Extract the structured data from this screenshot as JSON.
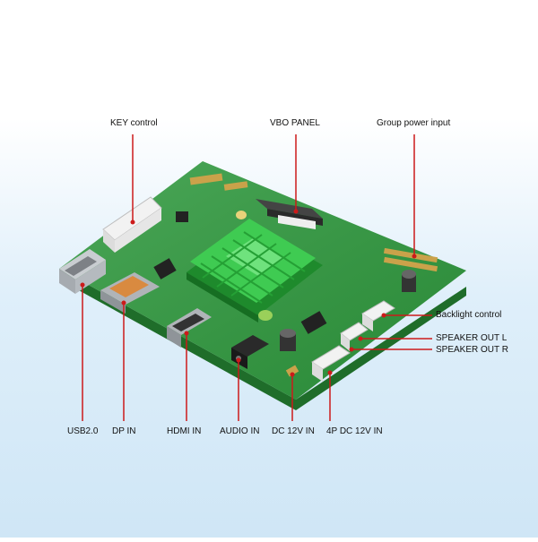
{
  "labels": {
    "key_control": "KEY control",
    "vbo_panel": "VBO PANEL",
    "group_power_input": "Group power input",
    "backlight_control": "Backlight control",
    "speaker_out_l": "SPEAKER OUT L",
    "speaker_out_r": "SPEAKER OUT R",
    "usb": "USB2.0",
    "dp_in": "DP IN",
    "hdmi_in": "HDMI IN",
    "audio_in": "AUDIO IN",
    "dc_12v_in": "DC 12V IN",
    "dc_4p_12v_in": "4P DC 12V IN"
  },
  "colors": {
    "pcb": "#2f9a3e",
    "pcb_dark": "#1f6d2a",
    "heatsink": "#37c24a",
    "leader_line": "#cc1a1a",
    "connector_white": "#f2f2f2",
    "metal": "#c9cdd1"
  }
}
